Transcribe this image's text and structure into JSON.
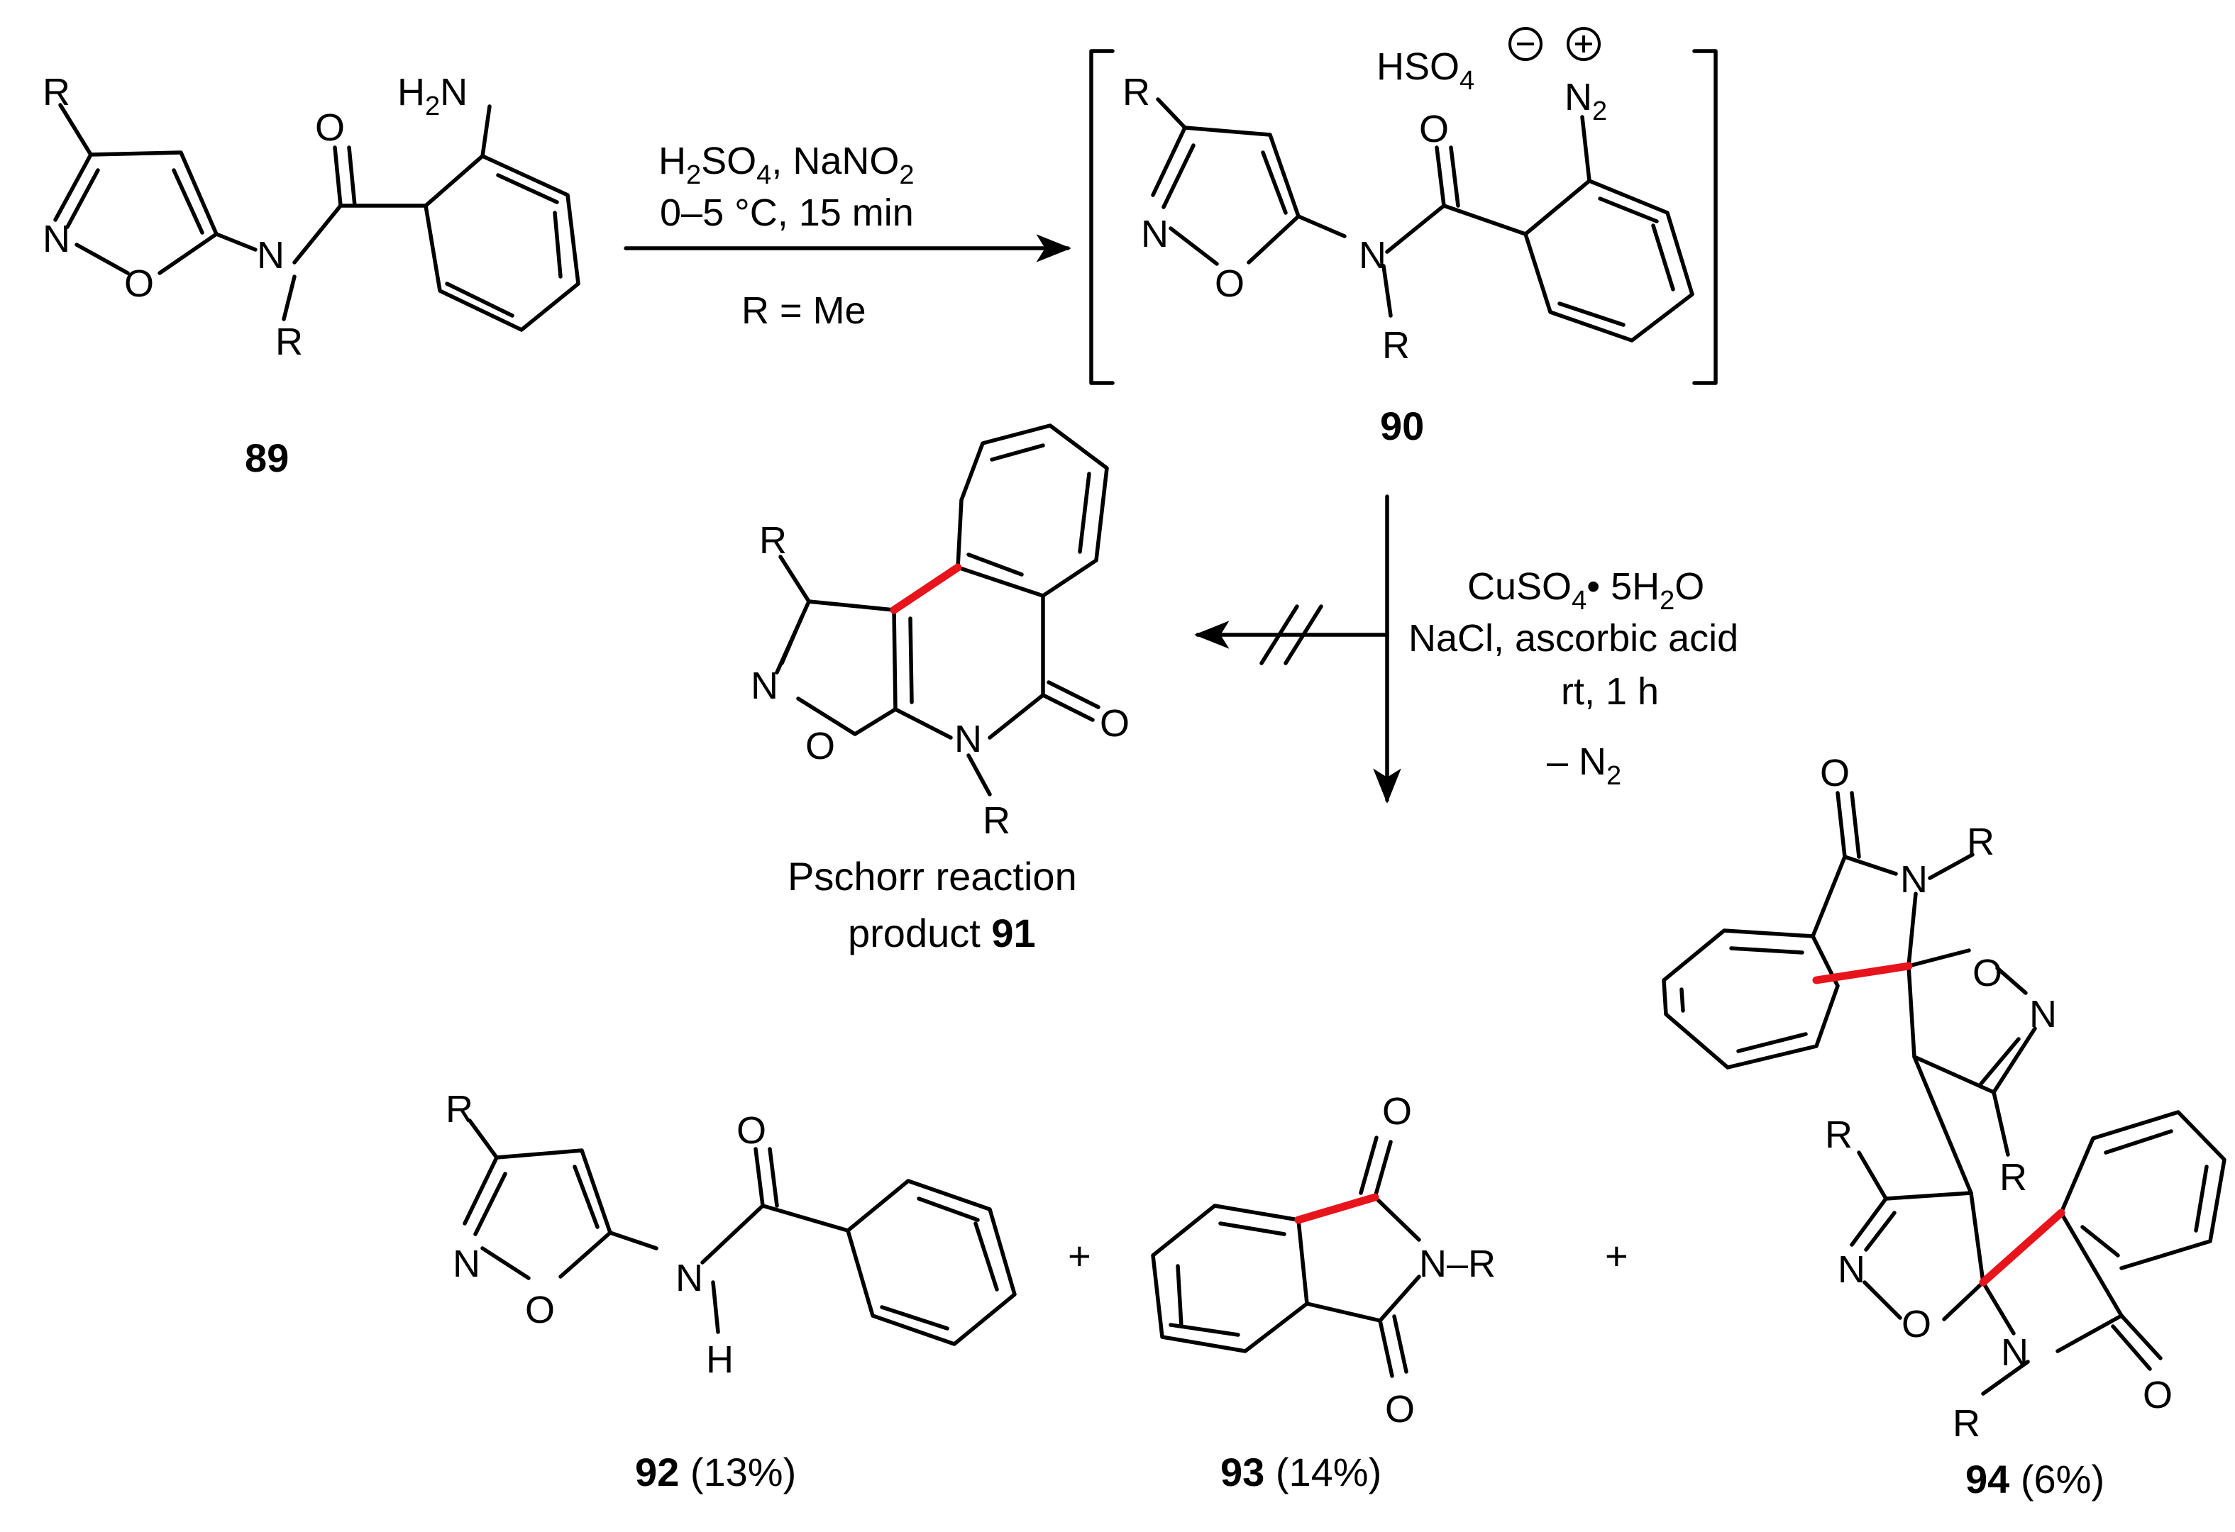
{
  "reaction1": {
    "reagent_line1_a": "H",
    "reagent_line1_b": "2",
    "reagent_line1_c": "SO",
    "reagent_line1_d": "4",
    "reagent_line1_e": ", NaNO",
    "reagent_line1_f": "2",
    "reagent_line2": "0–5 °C, 15 min",
    "reagent_line3": "R = Me"
  },
  "reaction2": {
    "line1_a": "CuSO",
    "line1_b": "4",
    "line1_c": "• 5H",
    "line1_d": "2",
    "line1_e": "O",
    "line2": "NaCl, ascorbic acid",
    "line3": "rt, 1 h",
    "line4_a": "– N",
    "line4_b": "2"
  },
  "atoms": {
    "R": "R",
    "N": "N",
    "O": "O",
    "H": "H",
    "H2N_a": "H",
    "H2N_b": "2",
    "H2N_c": "N",
    "HSO4_a": "HSO",
    "HSO4_b": "4",
    "N2_a": "N",
    "N2_b": "2",
    "NR": "N–R"
  },
  "compounds": {
    "c89": "89",
    "c90": "90",
    "c91_line1": "Pschorr reaction",
    "c91_line2_a": "product ",
    "c91_line2_b": "91",
    "c92_num": "92",
    "c92_yield": " (13%)",
    "c93_num": "93",
    "c93_yield": " (14%)",
    "c94_num": "94",
    "c94_yield": " (6%)"
  },
  "plus": "+",
  "colors": {
    "new_bond": "#e8141c",
    "ink": "#000000"
  }
}
